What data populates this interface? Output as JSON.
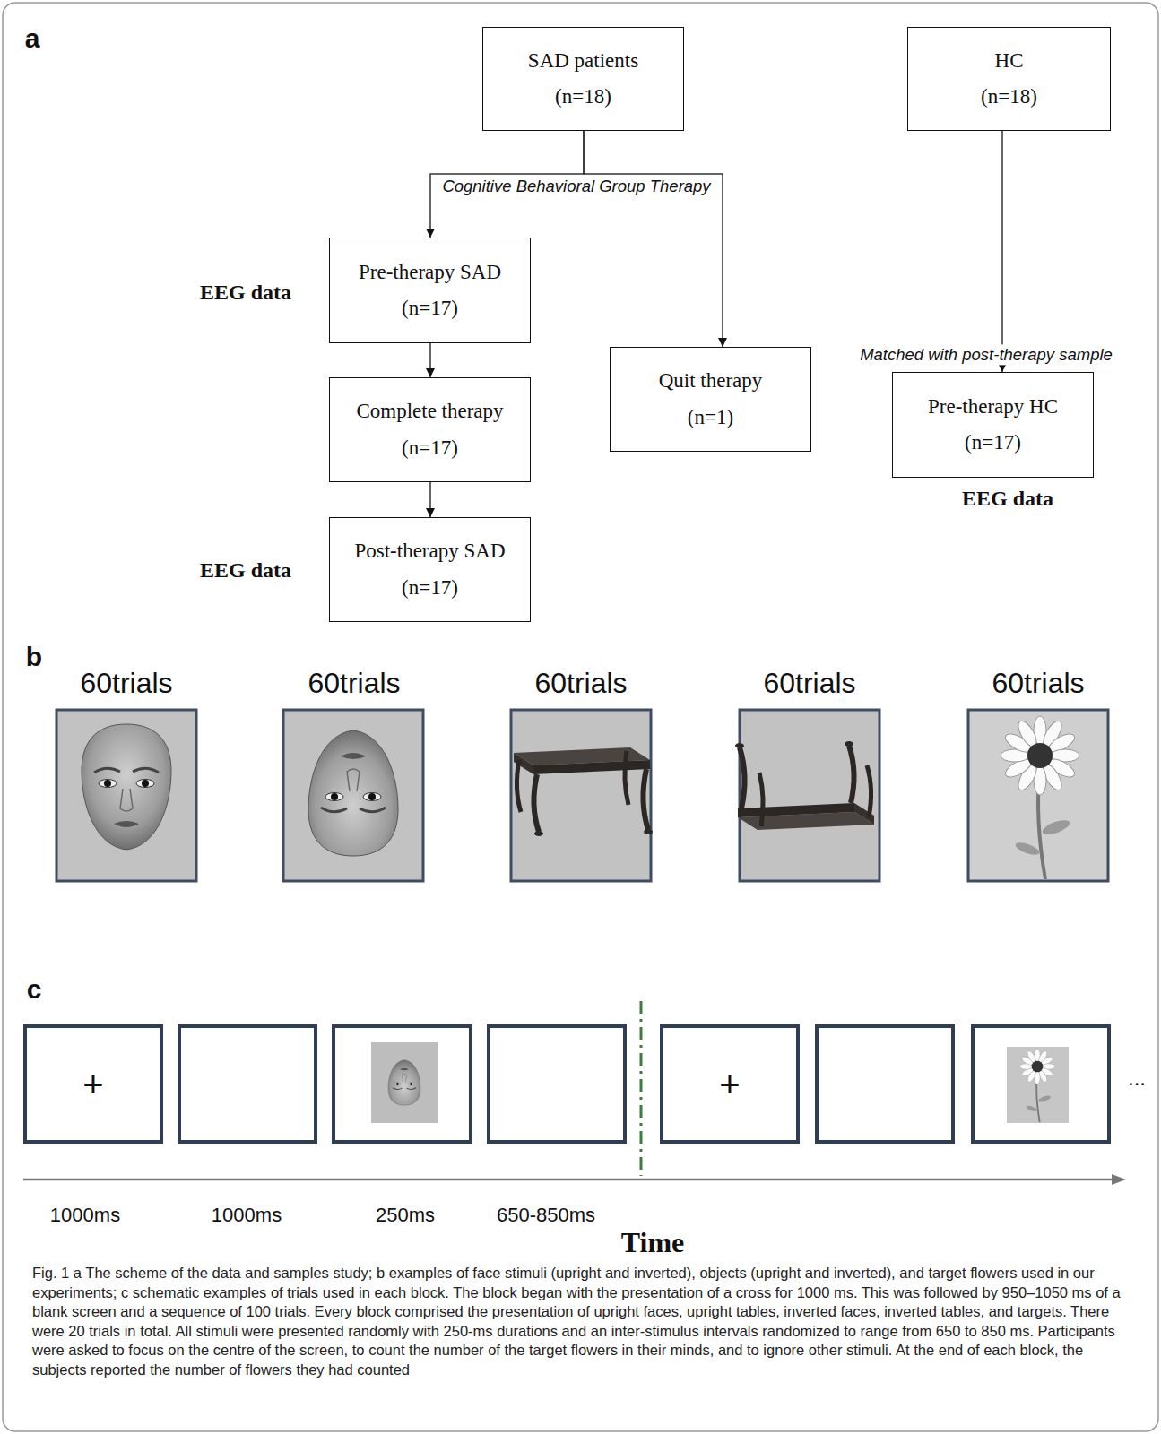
{
  "diagram": {
    "caption": "Fig. 1 a The scheme of the data and samples study; b examples of face stimuli (upright and inverted), objects (upright and inverted), and target flowers used in our experiments; c schematic examples of trials used in each block. The block began with the presentation of a cross for 1000 ms. This was followed by 950–1050 ms of a blank screen and a sequence of 100 trials. Every block comprised the presentation of upright faces, upright tables, inverted faces, inverted tables, and targets. There were 20 trials in total. All stimuli were presented randomly with 250-ms durations and an inter-stimulus intervals randomized to range from 650 to 850 ms. Participants were asked to focus on the centre of the screen, to count the number of the target flowers in their minds, and to ignore other stimuli. At the end of each block, the subjects reported the number of flowers they had counted",
    "nodes": [
      {
        "text": [
          "SAD patients",
          "(n=18)"
        ]
      },
      {
        "text": [
          "HC",
          "(n=18)"
        ]
      },
      {
        "text": [
          "Pre-therapy SAD",
          "(n=17)"
        ]
      },
      {
        "text": [
          "Quit therapy",
          "(n=1)"
        ]
      },
      {
        "text": [
          "Pre-therapy HC",
          "(n=17)"
        ]
      },
      {
        "text": [
          "Complete therapy",
          "(n=17)"
        ]
      },
      {
        "text": [
          "Post-therapy SAD",
          "(n=17)"
        ]
      },
      {
        "text": [
          "+"
        ]
      },
      {
        "text": [
          "+"
        ]
      }
    ],
    "edges": [
      {
        "from": 0,
        "to": 2,
        "arrow": "to"
      },
      {
        "from": 0,
        "to": 3,
        "arrow": "to"
      },
      {
        "from": 2,
        "to": 5,
        "arrow": "to"
      },
      {
        "from": 5,
        "to": 6,
        "arrow": "to"
      },
      {
        "from": 1,
        "to": 4,
        "label": "Matched with post-therapy sample",
        "arrow": "to"
      }
    ],
    "labels": [
      "a",
      "b",
      "c",
      "Cognitive Behavioral Group Therapy",
      "EEG data",
      "EEG data",
      "EEG data",
      "60trials",
      "60trials",
      "60trials",
      "60trials",
      "60trials",
      "1000ms",
      "1000ms",
      "250ms",
      "650-850ms",
      "...",
      "Time"
    ]
  }
}
